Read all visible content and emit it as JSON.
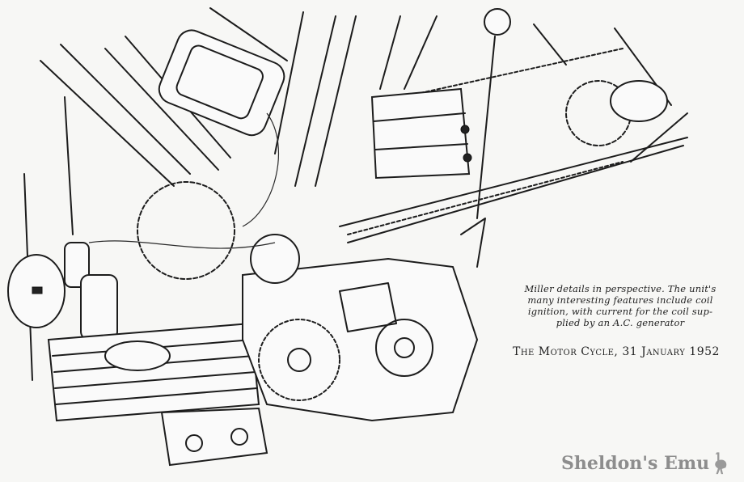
{
  "caption": {
    "lines": [
      "Miller details in perspective. The unit's",
      "many interesting features include coil",
      "ignition, with current for the coil sup-",
      "plied by an A.C. generator"
    ],
    "source": "The Motor Cycle, 31 January 1952"
  },
  "watermark": {
    "text": "Sheldon's Emu",
    "icon": "emu-icon"
  }
}
